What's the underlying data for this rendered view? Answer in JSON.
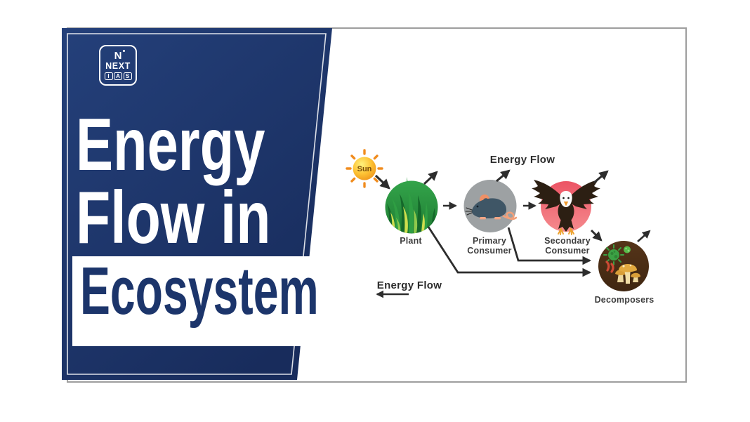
{
  "colors": {
    "brand_navy": "#1e3467",
    "title_white": "#ffffff",
    "ecosystem_text": "#1c356b",
    "card_border": "#9e9e9e",
    "arrow": "#2d2d2d",
    "label_text": "#3e3e3e",
    "sun_core": "#fdc335",
    "sun_ray": "#f08c1e",
    "plant_green": "#2f9e43",
    "primary_consumer_gray": "#9da1a3",
    "secondary_consumer_red": "#ec5465",
    "decomposers_brown": "#4a2d15"
  },
  "brand": {
    "logo_letter": "N",
    "logo_line1": "NEXT",
    "logo_letters": [
      "I",
      "A",
      "S"
    ]
  },
  "title": {
    "line1": "Energy",
    "line2": "Flow in",
    "line3": "Ecosystem"
  },
  "diagram": {
    "energy_flow_top": "Energy Flow",
    "energy_flow_bottom": "Energy Flow",
    "nodes": [
      {
        "id": "sun",
        "label": "Sun"
      },
      {
        "id": "plant",
        "label": "Plant"
      },
      {
        "id": "primary-consumer",
        "label_line1": "Primary",
        "label_line2": "Consumer"
      },
      {
        "id": "secondary-consumer",
        "label_line1": "Secondary",
        "label_line2": "Consumer"
      },
      {
        "id": "decomposers",
        "label": "Decomposers"
      }
    ]
  }
}
